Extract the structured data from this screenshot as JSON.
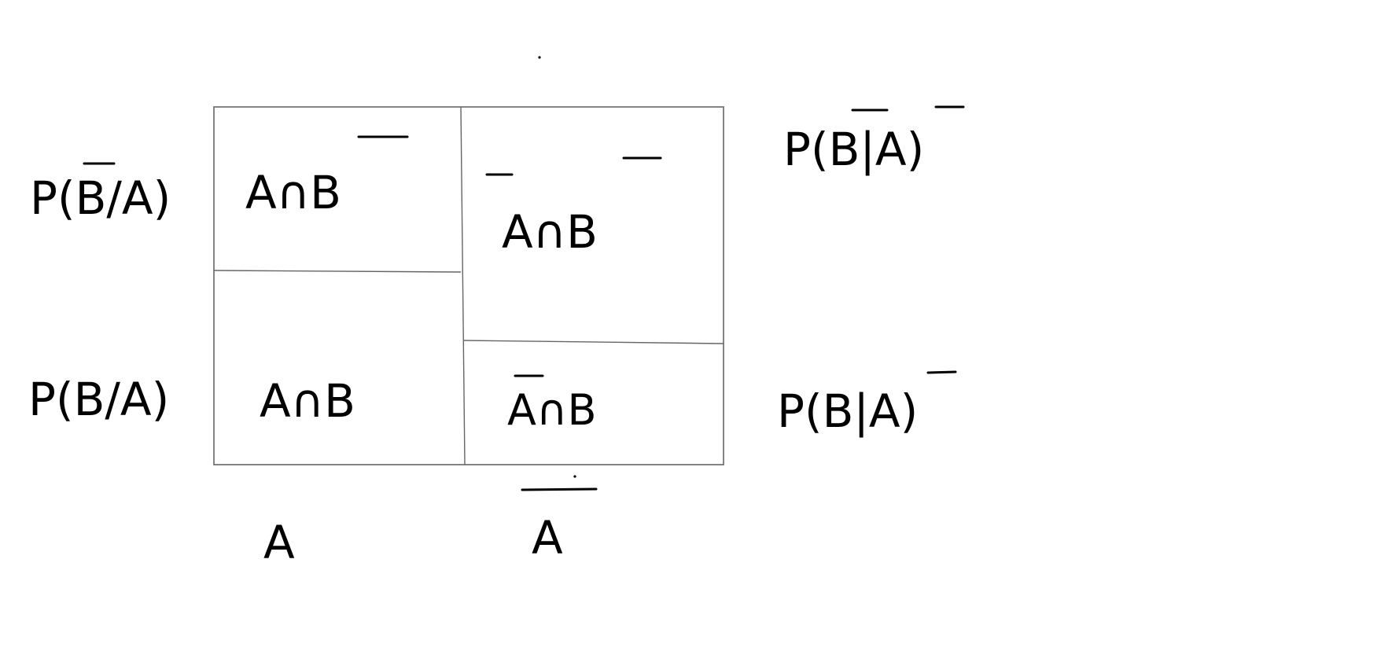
{
  "diagram": {
    "type": "probability-area-diagram",
    "colors": {
      "ink": "#000000",
      "box_line": "#666666",
      "background": "#ffffff"
    },
    "cells": {
      "top_left": "A∩B",
      "top_right": "A∩B",
      "bottom_left": "A∩B",
      "bottom_right": "A∩B"
    },
    "overlines": {
      "top_left": "B",
      "top_right": "A and B",
      "bottom_right": "A"
    },
    "column_labels": {
      "left": "A",
      "right": "A"
    },
    "left_labels": {
      "top": "P(B/A)",
      "bottom": "P(B/A)"
    },
    "right_labels": {
      "top": "P(B|A)",
      "bottom": "P(B|A)"
    }
  }
}
